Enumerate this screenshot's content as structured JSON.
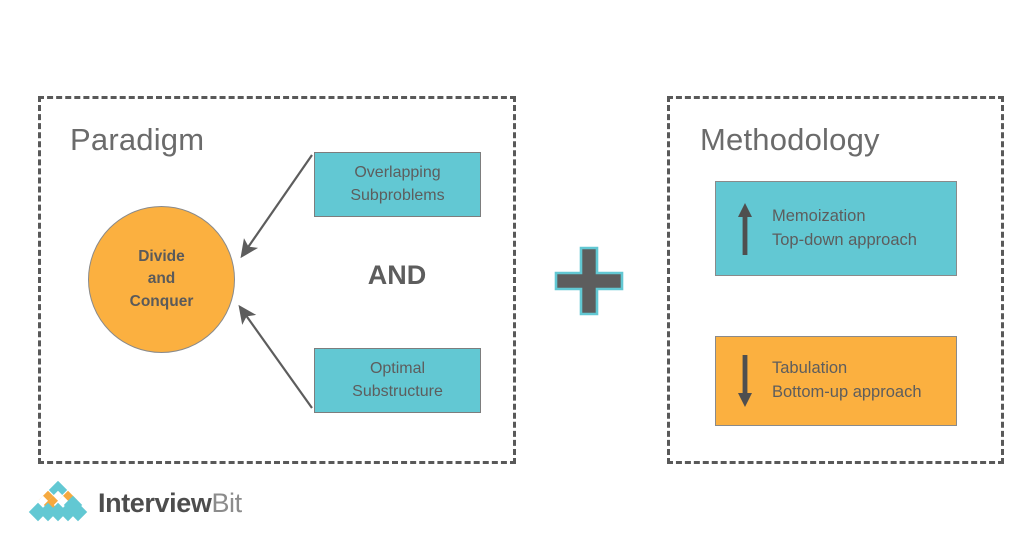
{
  "palette": {
    "teal": "#62c8d3",
    "orange": "#fbb040",
    "text_gray": "#5d5d5d",
    "heading_gray": "#6b6b6b",
    "outline_gray": "#8a8a8a",
    "dash_gray": "#595959",
    "background": "#ffffff"
  },
  "paradigm_panel": {
    "title": "Paradigm",
    "circle": {
      "line1": "Divide",
      "line2": "and",
      "line3": "Conquer",
      "color": "#fbb040"
    },
    "connector": "AND",
    "boxes": [
      {
        "line1": "Overlapping",
        "line2": "Subproblems",
        "color": "#62c8d3"
      },
      {
        "line1": "Optimal",
        "line2": "Substructure",
        "color": "#62c8d3"
      }
    ]
  },
  "operator": {
    "symbol": "+",
    "fill": "#5d5d5d",
    "outline": "#62c8d3"
  },
  "methodology_panel": {
    "title": "Methodology",
    "cards": [
      {
        "arrow": "up-arrow-icon",
        "line1": "Memoization",
        "line2": "Top-down approach",
        "color": "#62c8d3"
      },
      {
        "arrow": "down-arrow-icon",
        "line1": "Tabulation",
        "line2": "Bottom-up approach",
        "color": "#fbb040"
      }
    ]
  },
  "logo": {
    "word1": "Interview",
    "word2": "Bit",
    "mark_colors": {
      "teal": "#62c8d3",
      "orange": "#f5a93f"
    }
  }
}
